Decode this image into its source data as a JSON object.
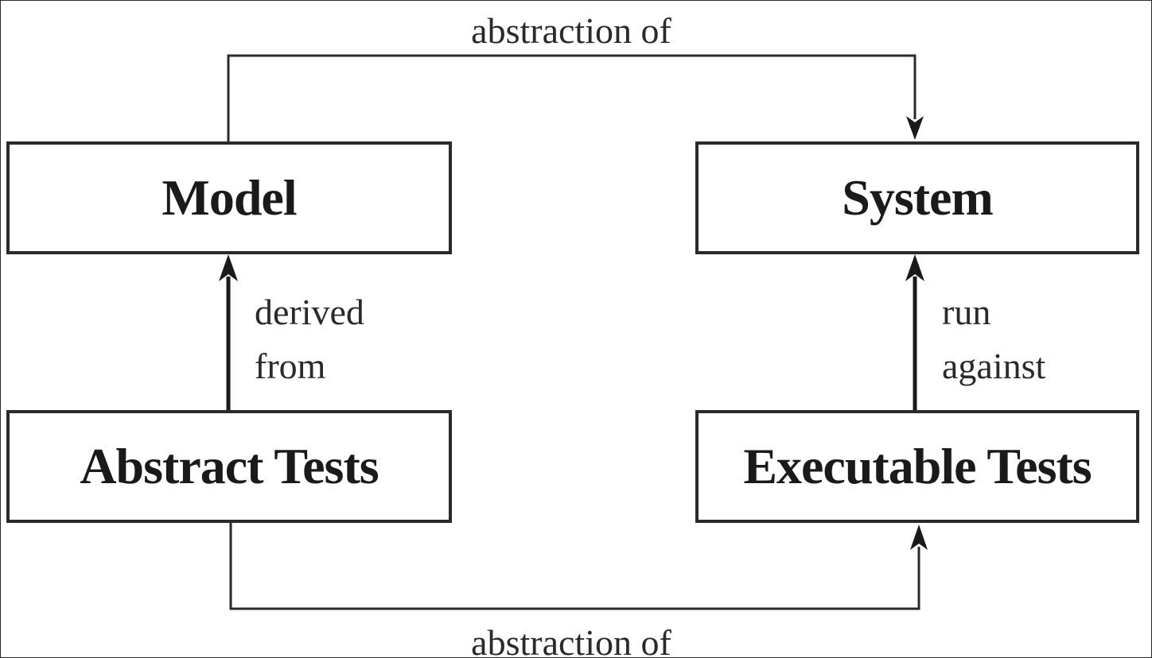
{
  "nodes": {
    "model": "Model",
    "system": "System",
    "abstract_tests": "Abstract Tests",
    "executable_tests": "Executable Tests"
  },
  "edges": {
    "model_to_system": "abstraction of",
    "abstract_to_model_line1": "derived",
    "abstract_to_model_line2": "from",
    "executable_to_system_line1": "run",
    "executable_to_system_line2": "against",
    "abstract_to_executable": "abstraction of"
  }
}
